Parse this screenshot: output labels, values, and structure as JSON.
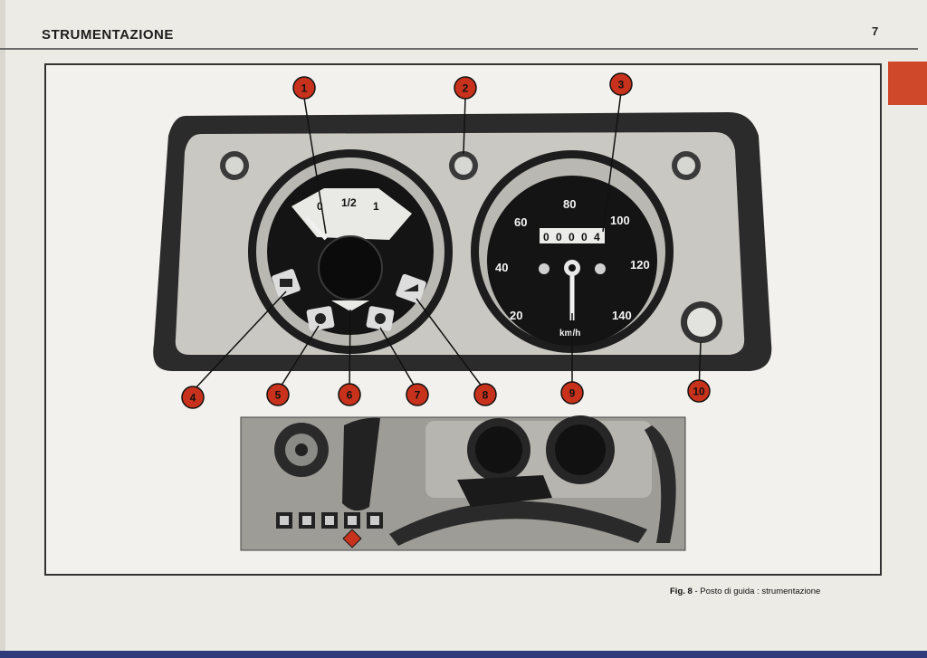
{
  "header": {
    "title": "STRUMENTAZIONE",
    "page_number": "7"
  },
  "caption": {
    "label": "Fig. 8",
    "text": " - Posto di guida : strumentazione"
  },
  "callouts": [
    "1",
    "2",
    "3",
    "4",
    "5",
    "6",
    "7",
    "8",
    "9",
    "10"
  ],
  "fuel_gauge": {
    "marks": [
      "0",
      "1/2",
      "1"
    ]
  },
  "speedometer": {
    "labels": [
      "20",
      "40",
      "60",
      "80",
      "100",
      "120",
      "140"
    ],
    "odometer": [
      "0",
      "0",
      "0",
      "0",
      "4"
    ],
    "unit": "km/h"
  },
  "colors": {
    "callout": "#c8321c",
    "tab": "#d0482a",
    "bezel": "#2b2b2b",
    "dial": "#141414"
  },
  "icons": {
    "warning_lights": [
      "battery-icon",
      "light-icon",
      "indicator-icon",
      "headlight-icon",
      "oil-can-icon"
    ]
  }
}
